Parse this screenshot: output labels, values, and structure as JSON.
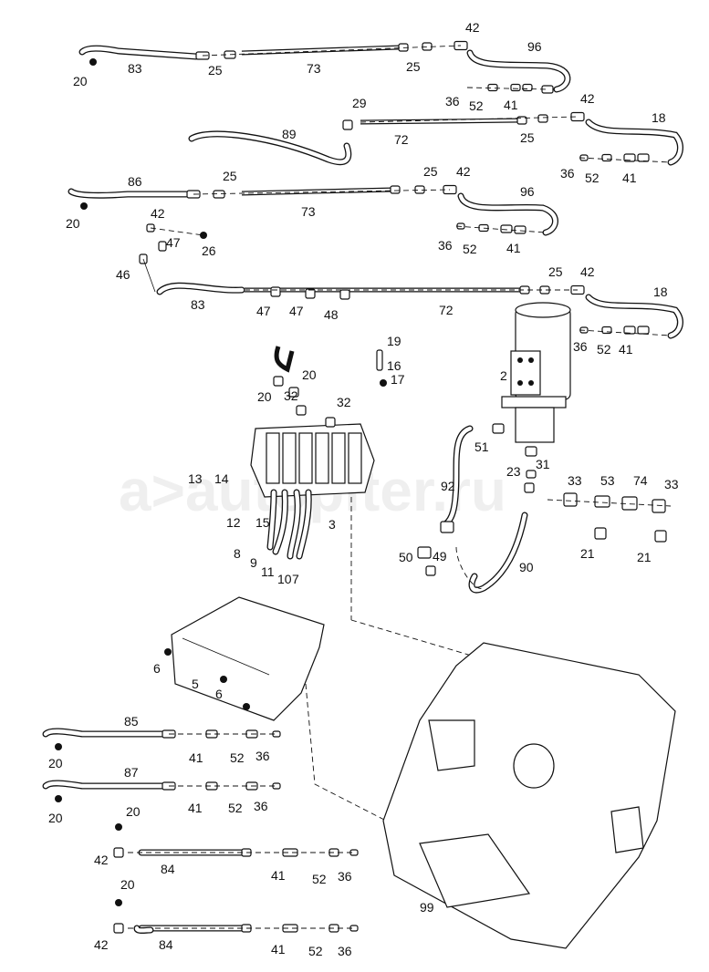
{
  "watermark": "a>autopiter.ru",
  "callouts": [
    "2",
    "3",
    "5",
    "6",
    "7",
    "8",
    "9",
    "10",
    "11",
    "12",
    "13",
    "14",
    "15",
    "16",
    "17",
    "18",
    "19",
    "20",
    "21",
    "23",
    "25",
    "26",
    "29",
    "31",
    "32",
    "33",
    "36",
    "41",
    "42",
    "46",
    "47",
    "48",
    "49",
    "50",
    "51",
    "52",
    "53",
    "72",
    "73",
    "74",
    "83",
    "84",
    "85",
    "86",
    "87",
    "89",
    "90",
    "92",
    "96",
    "99"
  ]
}
